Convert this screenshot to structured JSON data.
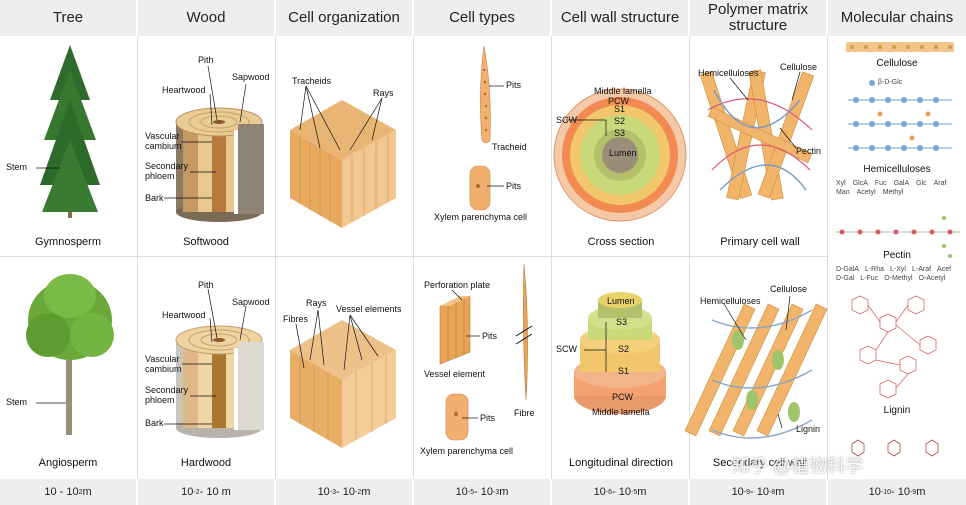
{
  "headers": {
    "tree": "Tree",
    "wood": "Wood",
    "cell_org": "Cell organization",
    "cell_types": "Cell types",
    "cell_wall": "Cell wall structure",
    "polymer": "Polymer matrix structure",
    "molecular": "Molecular chains"
  },
  "tree": {
    "stem_top": "Stem",
    "caption_top": "Gymnosperm",
    "stem_bottom": "Stem",
    "caption_bottom": "Angiosperm"
  },
  "wood": {
    "top": {
      "pith": "Pith",
      "heartwood": "Heartwood",
      "sapwood": "Sapwood",
      "vascular": "Vascular cambium",
      "secondary": "Secondary phloem",
      "bark": "Bark",
      "caption": "Softwood"
    },
    "bottom": {
      "pith": "Pith",
      "heartwood": "Heartwood",
      "sapwood": "Sapwood",
      "vascular": "Vascular cambium",
      "secondary": "Secondary phloem",
      "bark": "Bark",
      "caption": "Hardwood"
    }
  },
  "cell_org": {
    "top": {
      "tracheids": "Tracheids",
      "rays": "Rays"
    },
    "bottom": {
      "fibres": "Fibres",
      "rays": "Rays",
      "vessel": "Vessel elements"
    }
  },
  "cell_types": {
    "top": {
      "pits1": "Pits",
      "tracheid": "Tracheid",
      "pits2": "Pits",
      "xylem": "Xylem parenchyma cell"
    },
    "bottom": {
      "perforation": "Perforation plate",
      "pits1": "Pits",
      "vessel": "Vessel element",
      "fibre": "Fibre",
      "pits2": "Pits",
      "xylem": "Xylem parenchyma cell"
    }
  },
  "cell_wall": {
    "top": {
      "middle": "Middle lamella",
      "pcw": "PCW",
      "scw": "SCW",
      "s1": "S1",
      "s2": "S2",
      "s3": "S3",
      "lumen": "Lumen",
      "caption": "Cross section"
    },
    "bottom": {
      "lumen": "Lumen",
      "s3": "S3",
      "scw": "SCW",
      "s2": "S2",
      "s1": "S1",
      "pcw": "PCW",
      "middle": "Middle lamella",
      "caption": "Longitudinal direction"
    }
  },
  "polymer": {
    "top": {
      "hemi": "Hemicelluloses",
      "cellulose": "Cellulose",
      "pectin": "Pectin",
      "caption": "Primary cell wall"
    },
    "bottom": {
      "hemi": "Hemicelluloses",
      "cellulose": "Cellulose",
      "lignin": "Lignin",
      "caption": "Secondary cell wall"
    }
  },
  "molecular": {
    "cellulose": "Cellulose",
    "bdglc": "β-D-Glc",
    "hemicelluloses": "Hemicelluloses",
    "hemi_legend": [
      "Xyl",
      "GlcA",
      "Fuc",
      "GalA",
      "Glc",
      "Araf",
      "Man",
      "Acetyl",
      "Methyl"
    ],
    "pectin": "Pectin",
    "pectin_legend": [
      "D-GalA",
      "L-Rha",
      "L-Xyl",
      "L-Araf",
      "Acef",
      "D-Gal",
      "L-Fuc",
      "O-Methyl",
      "O-Acetyl"
    ],
    "lignin": "Lignin"
  },
  "scales": {
    "tree": {
      "base": "10 - 10",
      "exp": "2",
      "unit": " m"
    },
    "wood": {
      "base": "10",
      "exp": "-2",
      "rest": " - 10 m"
    },
    "cell_org": {
      "base1": "10",
      "exp1": "-3",
      "mid": " - 10",
      "exp2": "-2",
      "unit": " m"
    },
    "cell_types": {
      "base1": "10",
      "exp1": "-5",
      "mid": " - 10",
      "exp2": "-3",
      "unit": " m"
    },
    "cell_wall": {
      "base1": "10",
      "exp1": "-6",
      "mid": " - 10",
      "exp2": "-5",
      "unit": " m"
    },
    "polymer": {
      "base1": "10",
      "exp1": "-9",
      "mid": " - 10",
      "exp2": "-8",
      "unit": " m"
    },
    "molecular": {
      "base1": "10",
      "exp1": "-10",
      "mid": " - 10",
      "exp2": "-9",
      "unit": " m"
    }
  },
  "watermark": "知乎 @植物科学",
  "colors": {
    "header_bg": "#eeeeee",
    "wood_light": "#f0c88a",
    "wood_dark": "#c98a3c",
    "cell_green": "#a9c46a",
    "ring_orange": "#f2a25c",
    "fibre_orange": "#e8a24e",
    "polymer_blue": "#8aa6c8"
  }
}
